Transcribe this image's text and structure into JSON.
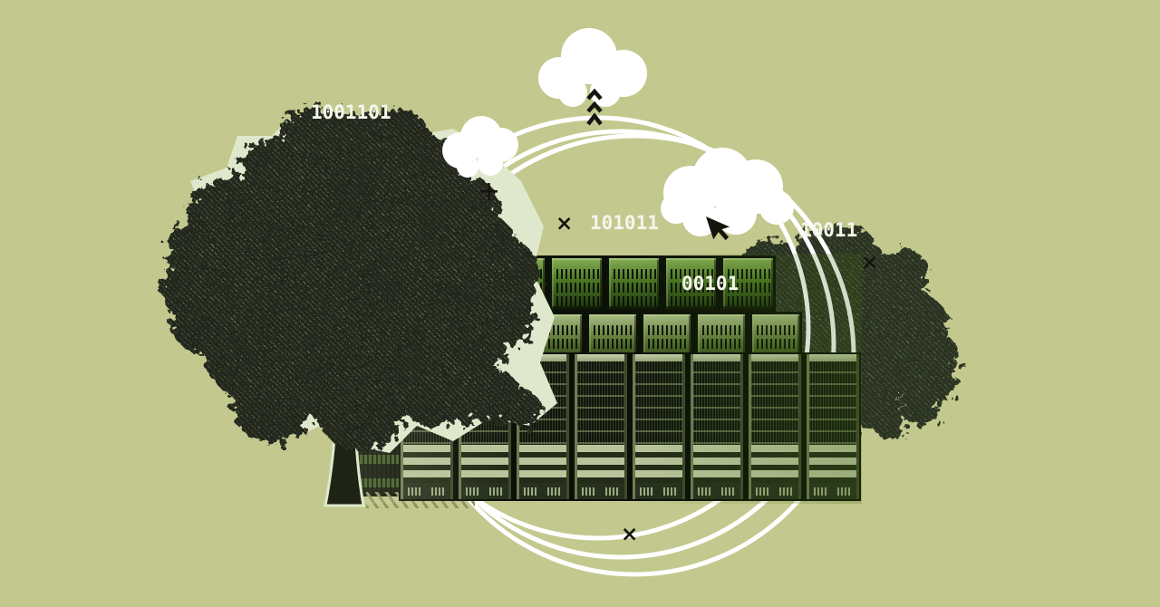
{
  "title": "Collage illustration: tree, data-center server racks, clouds and binary code",
  "palette": {
    "bg": "#c3c98e",
    "backing": "#dfe8cc",
    "cloud": "#ffffff",
    "ring": "#ffffff",
    "ink": "#15150f",
    "bin-text": "#f4f6ec",
    "foliage-l": "#23281b",
    "foliage-r": "#2b3120",
    "trunk": "#1e2316",
    "rack-green-hi": "#86ad55",
    "rack-green-lo": "#1f350e",
    "rack-sage": "#c6d0ac",
    "rack-panel": "#10160b"
  },
  "binary_labels": [
    {
      "name": "binary-1001101",
      "text": "1001101"
    },
    {
      "name": "binary-101011",
      "text": "101011"
    },
    {
      "name": "binary-10011",
      "text": "10011"
    },
    {
      "name": "binary-00101",
      "text": "00101"
    }
  ],
  "symbols": {
    "plus": "+",
    "cross": "×"
  },
  "icons": [
    "cursor-arrow-icon",
    "up-chevrons-icon",
    "plus-icon",
    "x-icon",
    "cloud-shape",
    "orbit-rings"
  ],
  "scene_elements": [
    "tree-photo-cutout",
    "paper-cutout-backing",
    "server-rack-rows",
    "clouds",
    "orbit-rings",
    "binary-code-labels",
    "cursor-arrow"
  ]
}
